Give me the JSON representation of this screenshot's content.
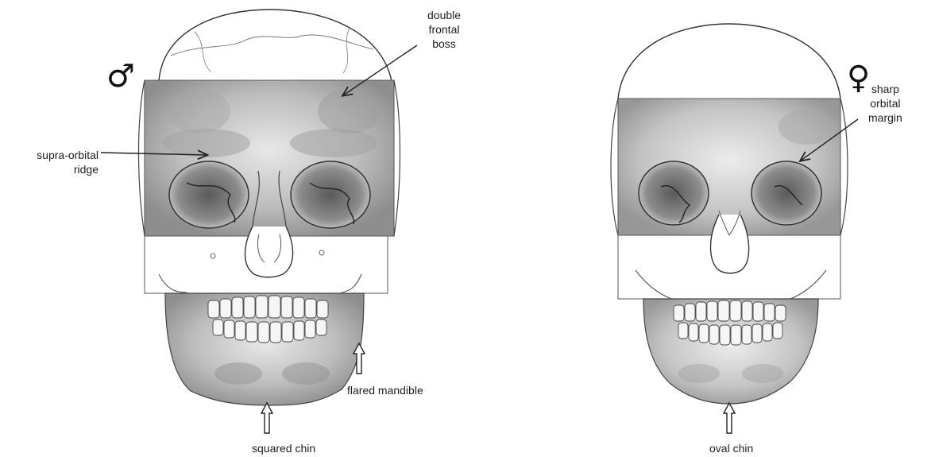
{
  "male": {
    "symbol": "♂",
    "labels": {
      "frontal_boss": [
        "double",
        "frontal",
        "boss"
      ],
      "supraorbital": [
        "supra-orbital",
        "ridge"
      ],
      "mandible": "flared mandible",
      "chin": "squared chin"
    }
  },
  "female": {
    "symbol": "♀",
    "labels": {
      "orbital": [
        "sharp",
        "orbital",
        "margin"
      ],
      "chin": "oval chin"
    }
  },
  "colors": {
    "line": "#222222",
    "bone_shade": "#9a9a9a",
    "bone_light": "#d8d8d8",
    "band": "#b8b8b8"
  }
}
